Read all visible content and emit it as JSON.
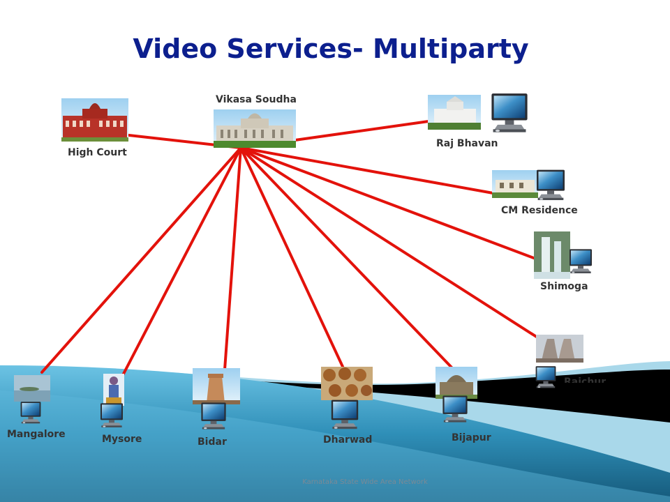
{
  "slide": {
    "title": "Video Services- Multiparty",
    "footer": "Karnataka State Wide Area Network"
  },
  "colors": {
    "title": "#0c1f8e",
    "link": "#e3120b",
    "wave_light": "#4fb0d6",
    "wave_dark": "#1f6f93",
    "band": "#000000"
  },
  "hub": {
    "id": "vikasa-soudha",
    "label": "Vikasa Soudha",
    "icon": "legislature-building-photo"
  },
  "sites": [
    {
      "id": "high-court",
      "label": "High Court",
      "icon": "red-heritage-building-photo",
      "has_monitor": false
    },
    {
      "id": "raj-bhavan",
      "label": "Raj Bhavan",
      "icon": "white-mansion-photo",
      "has_monitor": true
    },
    {
      "id": "cm-residence",
      "label": "CM Residence",
      "icon": "residence-photo",
      "has_monitor": true
    },
    {
      "id": "shimoga",
      "label": "Shimoga",
      "icon": "waterfall-photo",
      "has_monitor": true
    },
    {
      "id": "raichur",
      "label": "Raichur",
      "icon": "power-plant-photo",
      "has_monitor": true
    },
    {
      "id": "bijapur",
      "label": "Bijapur",
      "icon": "gol-gumbaz-photo",
      "has_monitor": true
    },
    {
      "id": "dharwad",
      "label": "Dharwad",
      "icon": "sweets-photo",
      "has_monitor": true
    },
    {
      "id": "bidar",
      "label": "Bidar",
      "icon": "fort-tower-photo",
      "has_monitor": true
    },
    {
      "id": "mysore",
      "label": "Mysore",
      "icon": "deity-statue-photo",
      "has_monitor": true
    },
    {
      "id": "mangalore",
      "label": "Mangalore",
      "icon": "beach-photo",
      "has_monitor": true
    }
  ]
}
